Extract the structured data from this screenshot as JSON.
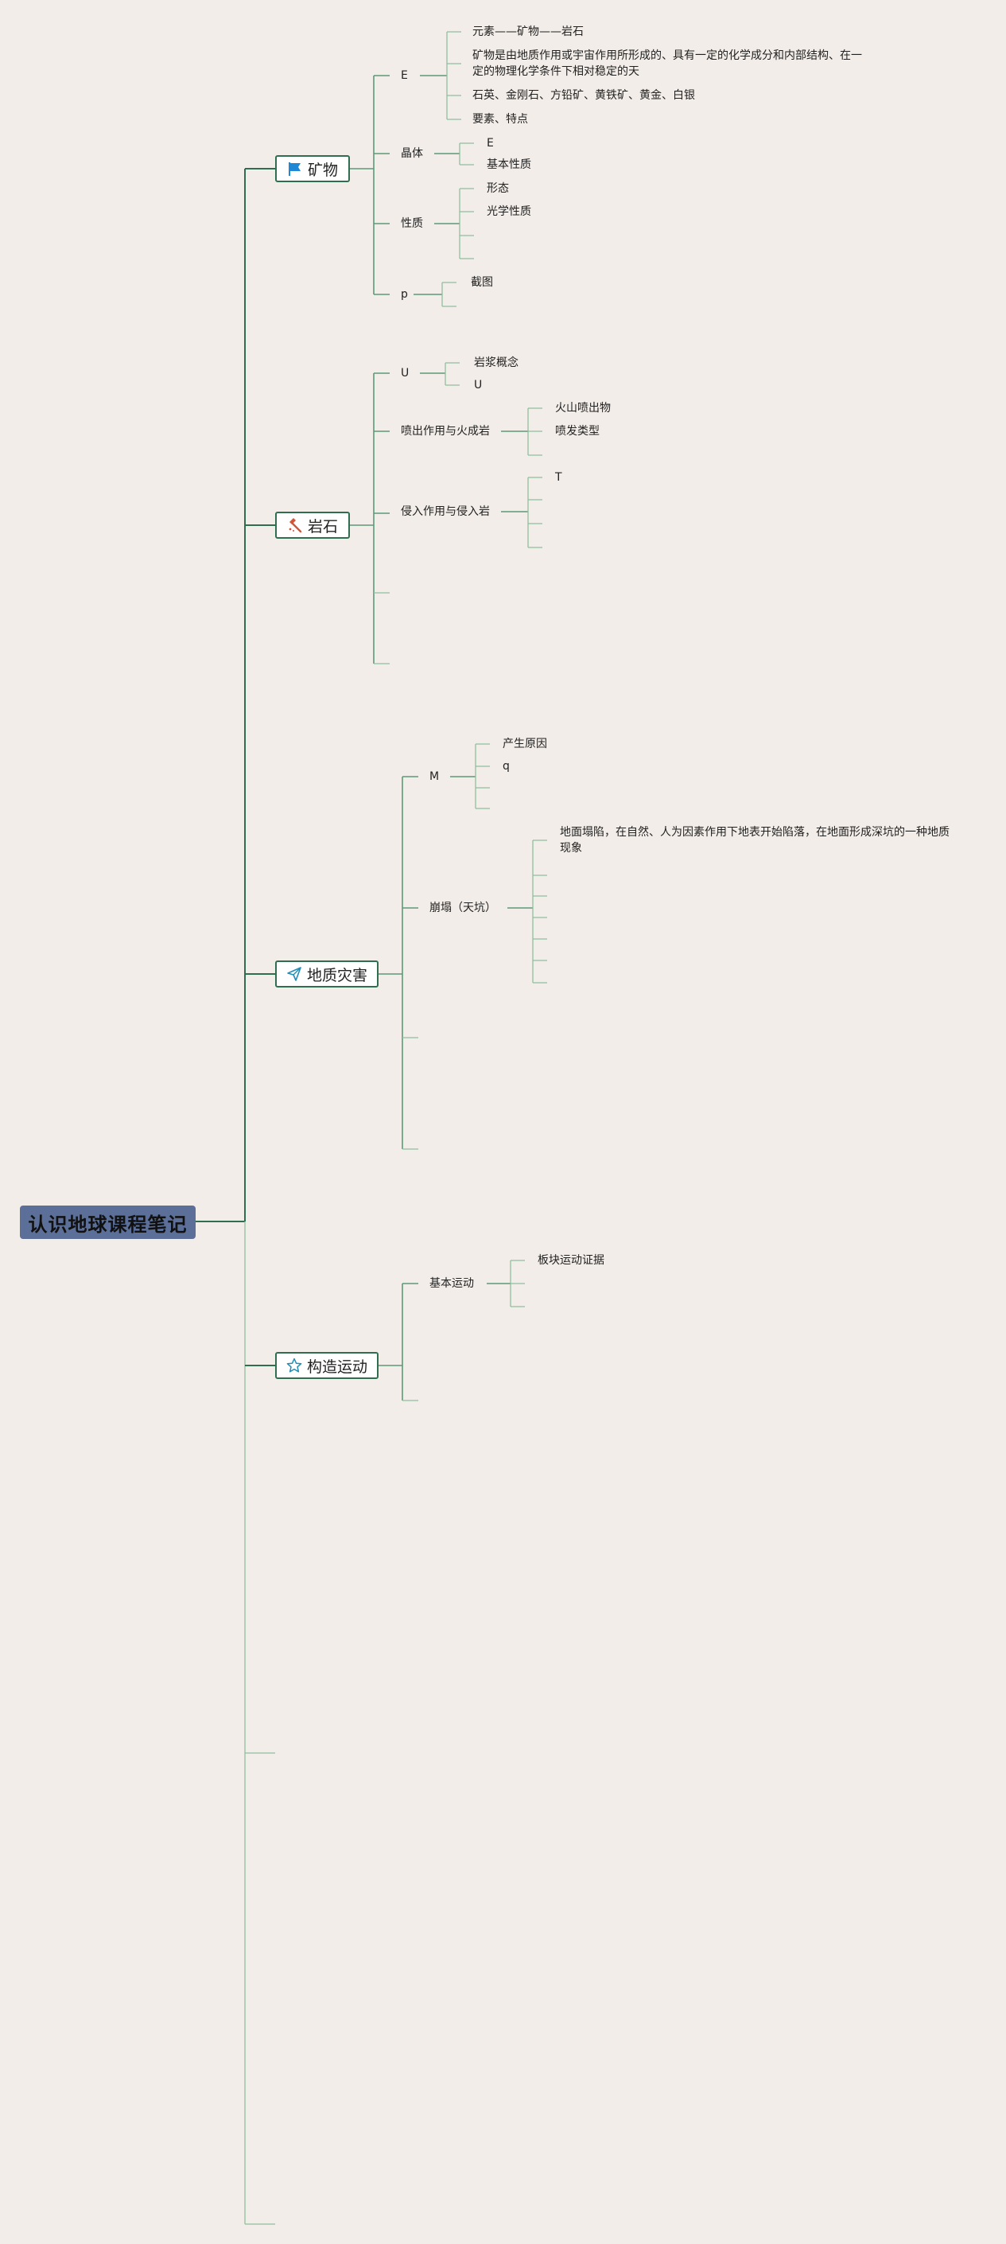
{
  "root": {
    "title": "认识地球课程笔记"
  },
  "branches": [
    {
      "label": "矿物",
      "icon": "flag-icon",
      "icon_color": "#1e88d6",
      "children": [
        {
          "label": "E",
          "children": [
            "元素——矿物——岩石",
            "矿物是由地质作用或宇宙作用所形成的、具有一定的化学成分和内部结构、在一定的物理化学条件下相对稳定的天",
            "石英、金刚石、方铅矿、黄铁矿、黄金、白银",
            "要素、特点"
          ]
        },
        {
          "label": "晶体",
          "children": [
            "E",
            "基本性质"
          ]
        },
        {
          "label": "性质",
          "children": [
            "形态",
            "光学性质"
          ]
        },
        {
          "label": "p",
          "children": [
            "截图"
          ]
        }
      ]
    },
    {
      "label": "岩石",
      "icon": "hammer-icon",
      "icon_color": "#d0563a",
      "children": [
        {
          "label": "U",
          "children": [
            "岩浆概念",
            "U"
          ]
        },
        {
          "label": "喷出作用与火成岩",
          "children": [
            "火山喷出物",
            "喷发类型"
          ]
        },
        {
          "label": "侵入作用与侵入岩",
          "children": [
            "T"
          ]
        }
      ]
    },
    {
      "label": "地质灾害",
      "icon": "paper-plane-icon",
      "icon_color": "#1f8fb8",
      "children": [
        {
          "label": "M",
          "children": [
            "产生原因",
            "q"
          ]
        },
        {
          "label": "崩塌（天坑）",
          "children": [
            "地面塌陷，在自然、人为因素作用下地表开始陷落，在地面形成深坑的一种地质现象"
          ]
        }
      ]
    },
    {
      "label": "构造运动",
      "icon": "star-icon",
      "icon_color": "#1f8fb8",
      "children": [
        {
          "label": "基本运动",
          "children": [
            "板块运动证据"
          ]
        }
      ]
    }
  ]
}
